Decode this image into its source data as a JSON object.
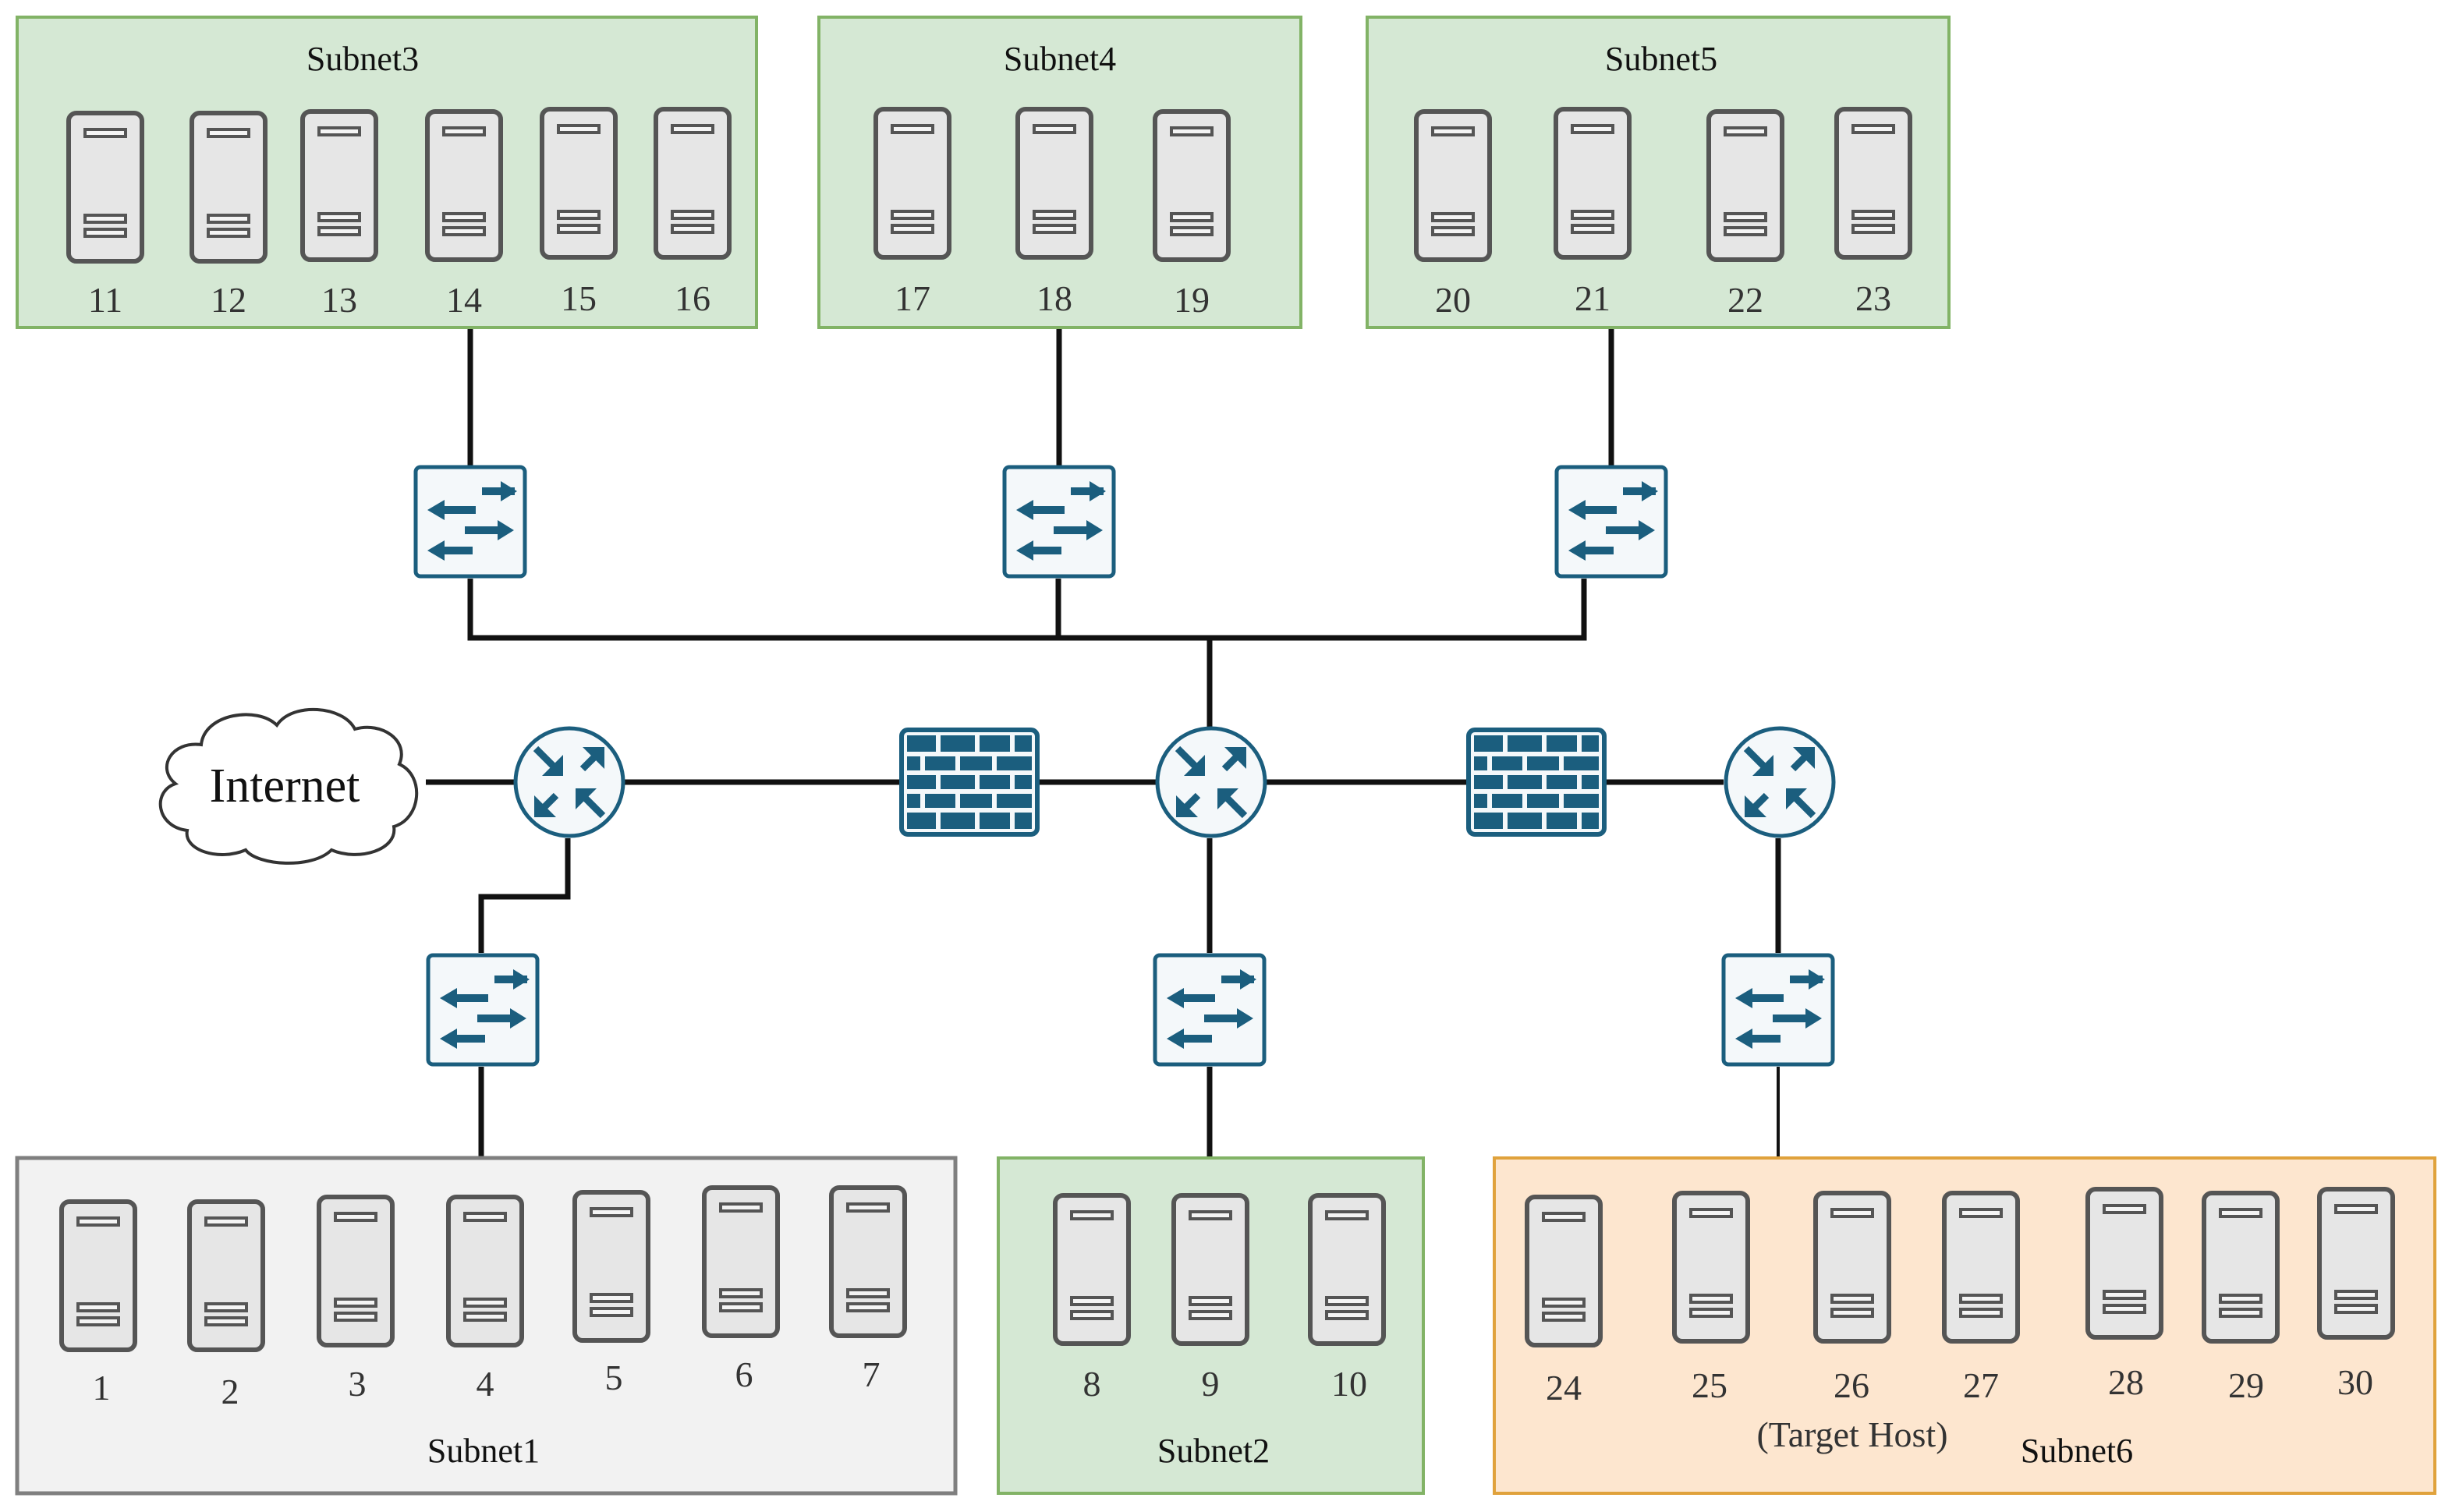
{
  "subnets": {
    "subnet1": {
      "title": "Subnet1",
      "fill": "#f2f2f2",
      "stroke": "#7f7f7f"
    },
    "subnet2": {
      "title": "Subnet2",
      "fill": "#d5e8d4",
      "stroke": "#82b366"
    },
    "subnet3": {
      "title": "Subnet3",
      "fill": "#d5e8d4",
      "stroke": "#82b366"
    },
    "subnet4": {
      "title": "Subnet4",
      "fill": "#d5e8d4",
      "stroke": "#82b366"
    },
    "subnet5": {
      "title": "Subnet5",
      "fill": "#d5e8d4",
      "stroke": "#82b366"
    },
    "subnet6": {
      "title": "Subnet6",
      "fill": "#fde6cf",
      "stroke": "#e0a23c"
    }
  },
  "hosts": {
    "subnet1": [
      "1",
      "2",
      "3",
      "4",
      "5",
      "6",
      "7"
    ],
    "subnet2": [
      "8",
      "9",
      "10"
    ],
    "subnet3": [
      "11",
      "12",
      "13",
      "14",
      "15",
      "16"
    ],
    "subnet4": [
      "17",
      "18",
      "19"
    ],
    "subnet5": [
      "20",
      "21",
      "22",
      "23"
    ],
    "subnet6": [
      "24",
      "25",
      "26",
      "27",
      "28",
      "29",
      "30"
    ]
  },
  "internet": {
    "label": "Internet"
  },
  "target_host": {
    "label": "(Target Host)"
  },
  "colors": {
    "device_blue": "#1b5e7e",
    "device_bg": "#f4f8fa",
    "server_fill": "#e6e6e6",
    "server_stroke": "#555555",
    "link": "#111111"
  },
  "icons": {
    "server": "server-icon",
    "switch": "switch-icon",
    "router": "router-icon",
    "firewall": "firewall-icon",
    "cloud": "cloud-icon"
  }
}
